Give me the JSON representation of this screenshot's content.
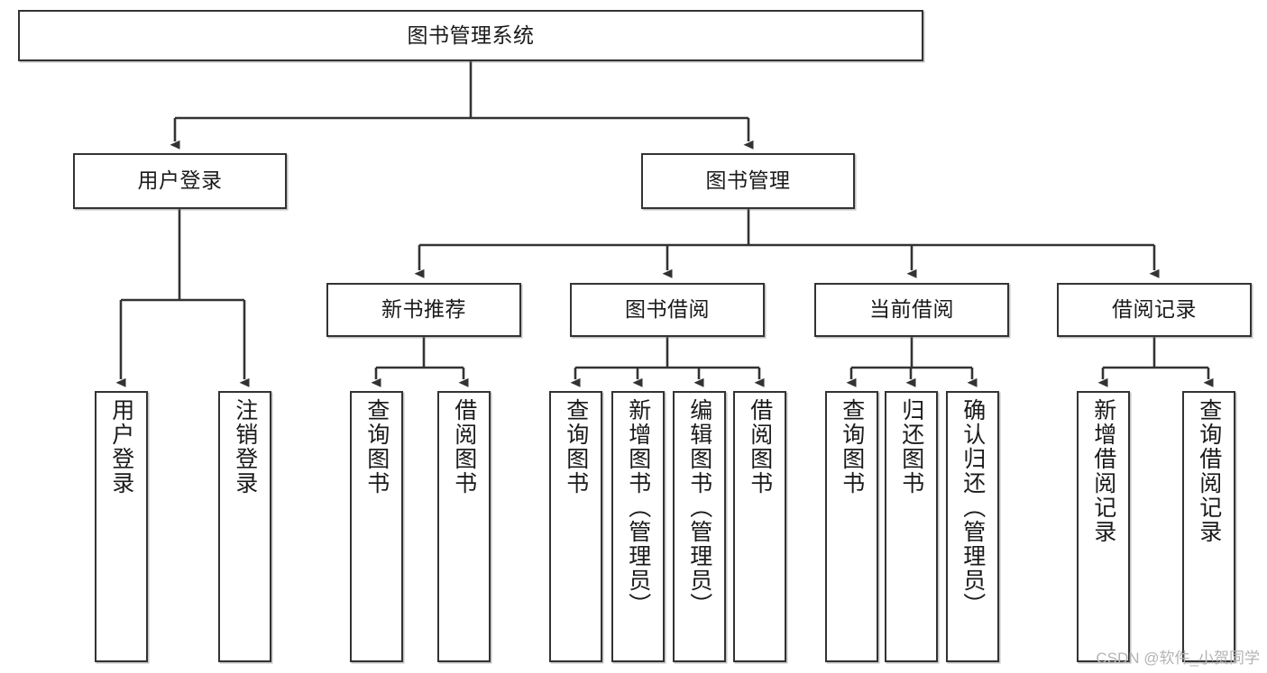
{
  "diagram": {
    "title": "图书管理系统",
    "watermark": "CSDN @软件_小贺同学",
    "line_color": "#333333",
    "box_fill": "#ffffff",
    "text_color": "#1a1a1a",
    "root": {
      "id": "root",
      "label": "图书管理系统"
    },
    "level2": [
      {
        "id": "user-login",
        "label": "用户登录"
      },
      {
        "id": "book-manage",
        "label": "图书管理"
      }
    ],
    "level3": [
      {
        "id": "new-book-recommend",
        "label": "新书推荐",
        "parent": "book-manage"
      },
      {
        "id": "book-borrow",
        "label": "图书借阅",
        "parent": "book-manage"
      },
      {
        "id": "current-borrow",
        "label": "当前借阅",
        "parent": "book-manage"
      },
      {
        "id": "borrow-record",
        "label": "借阅记录",
        "parent": "book-manage"
      }
    ],
    "leaves": [
      {
        "id": "leaf-user-login",
        "label": "用户登录",
        "parent": "user-login"
      },
      {
        "id": "leaf-logout",
        "label": "注销登录",
        "parent": "user-login"
      },
      {
        "id": "leaf-query-book-1",
        "label": "查询图书",
        "parent": "new-book-recommend"
      },
      {
        "id": "leaf-borrow-book-1",
        "label": "借阅图书",
        "parent": "new-book-recommend"
      },
      {
        "id": "leaf-query-book-2",
        "label": "查询图书",
        "parent": "book-borrow"
      },
      {
        "id": "leaf-add-book",
        "label": "新增图书（管理员）",
        "parent": "book-borrow"
      },
      {
        "id": "leaf-edit-book",
        "label": "编辑图书（管理员）",
        "parent": "book-borrow"
      },
      {
        "id": "leaf-borrow-book-2",
        "label": "借阅图书",
        "parent": "book-borrow"
      },
      {
        "id": "leaf-query-book-3",
        "label": "查询图书",
        "parent": "current-borrow"
      },
      {
        "id": "leaf-return-book",
        "label": "归还图书",
        "parent": "current-borrow"
      },
      {
        "id": "leaf-confirm-return",
        "label": "确认归还（管理员）",
        "parent": "current-borrow"
      },
      {
        "id": "leaf-add-record",
        "label": "新增借阅记录",
        "parent": "borrow-record"
      },
      {
        "id": "leaf-query-record",
        "label": "查询借阅记录",
        "parent": "borrow-record"
      }
    ]
  }
}
